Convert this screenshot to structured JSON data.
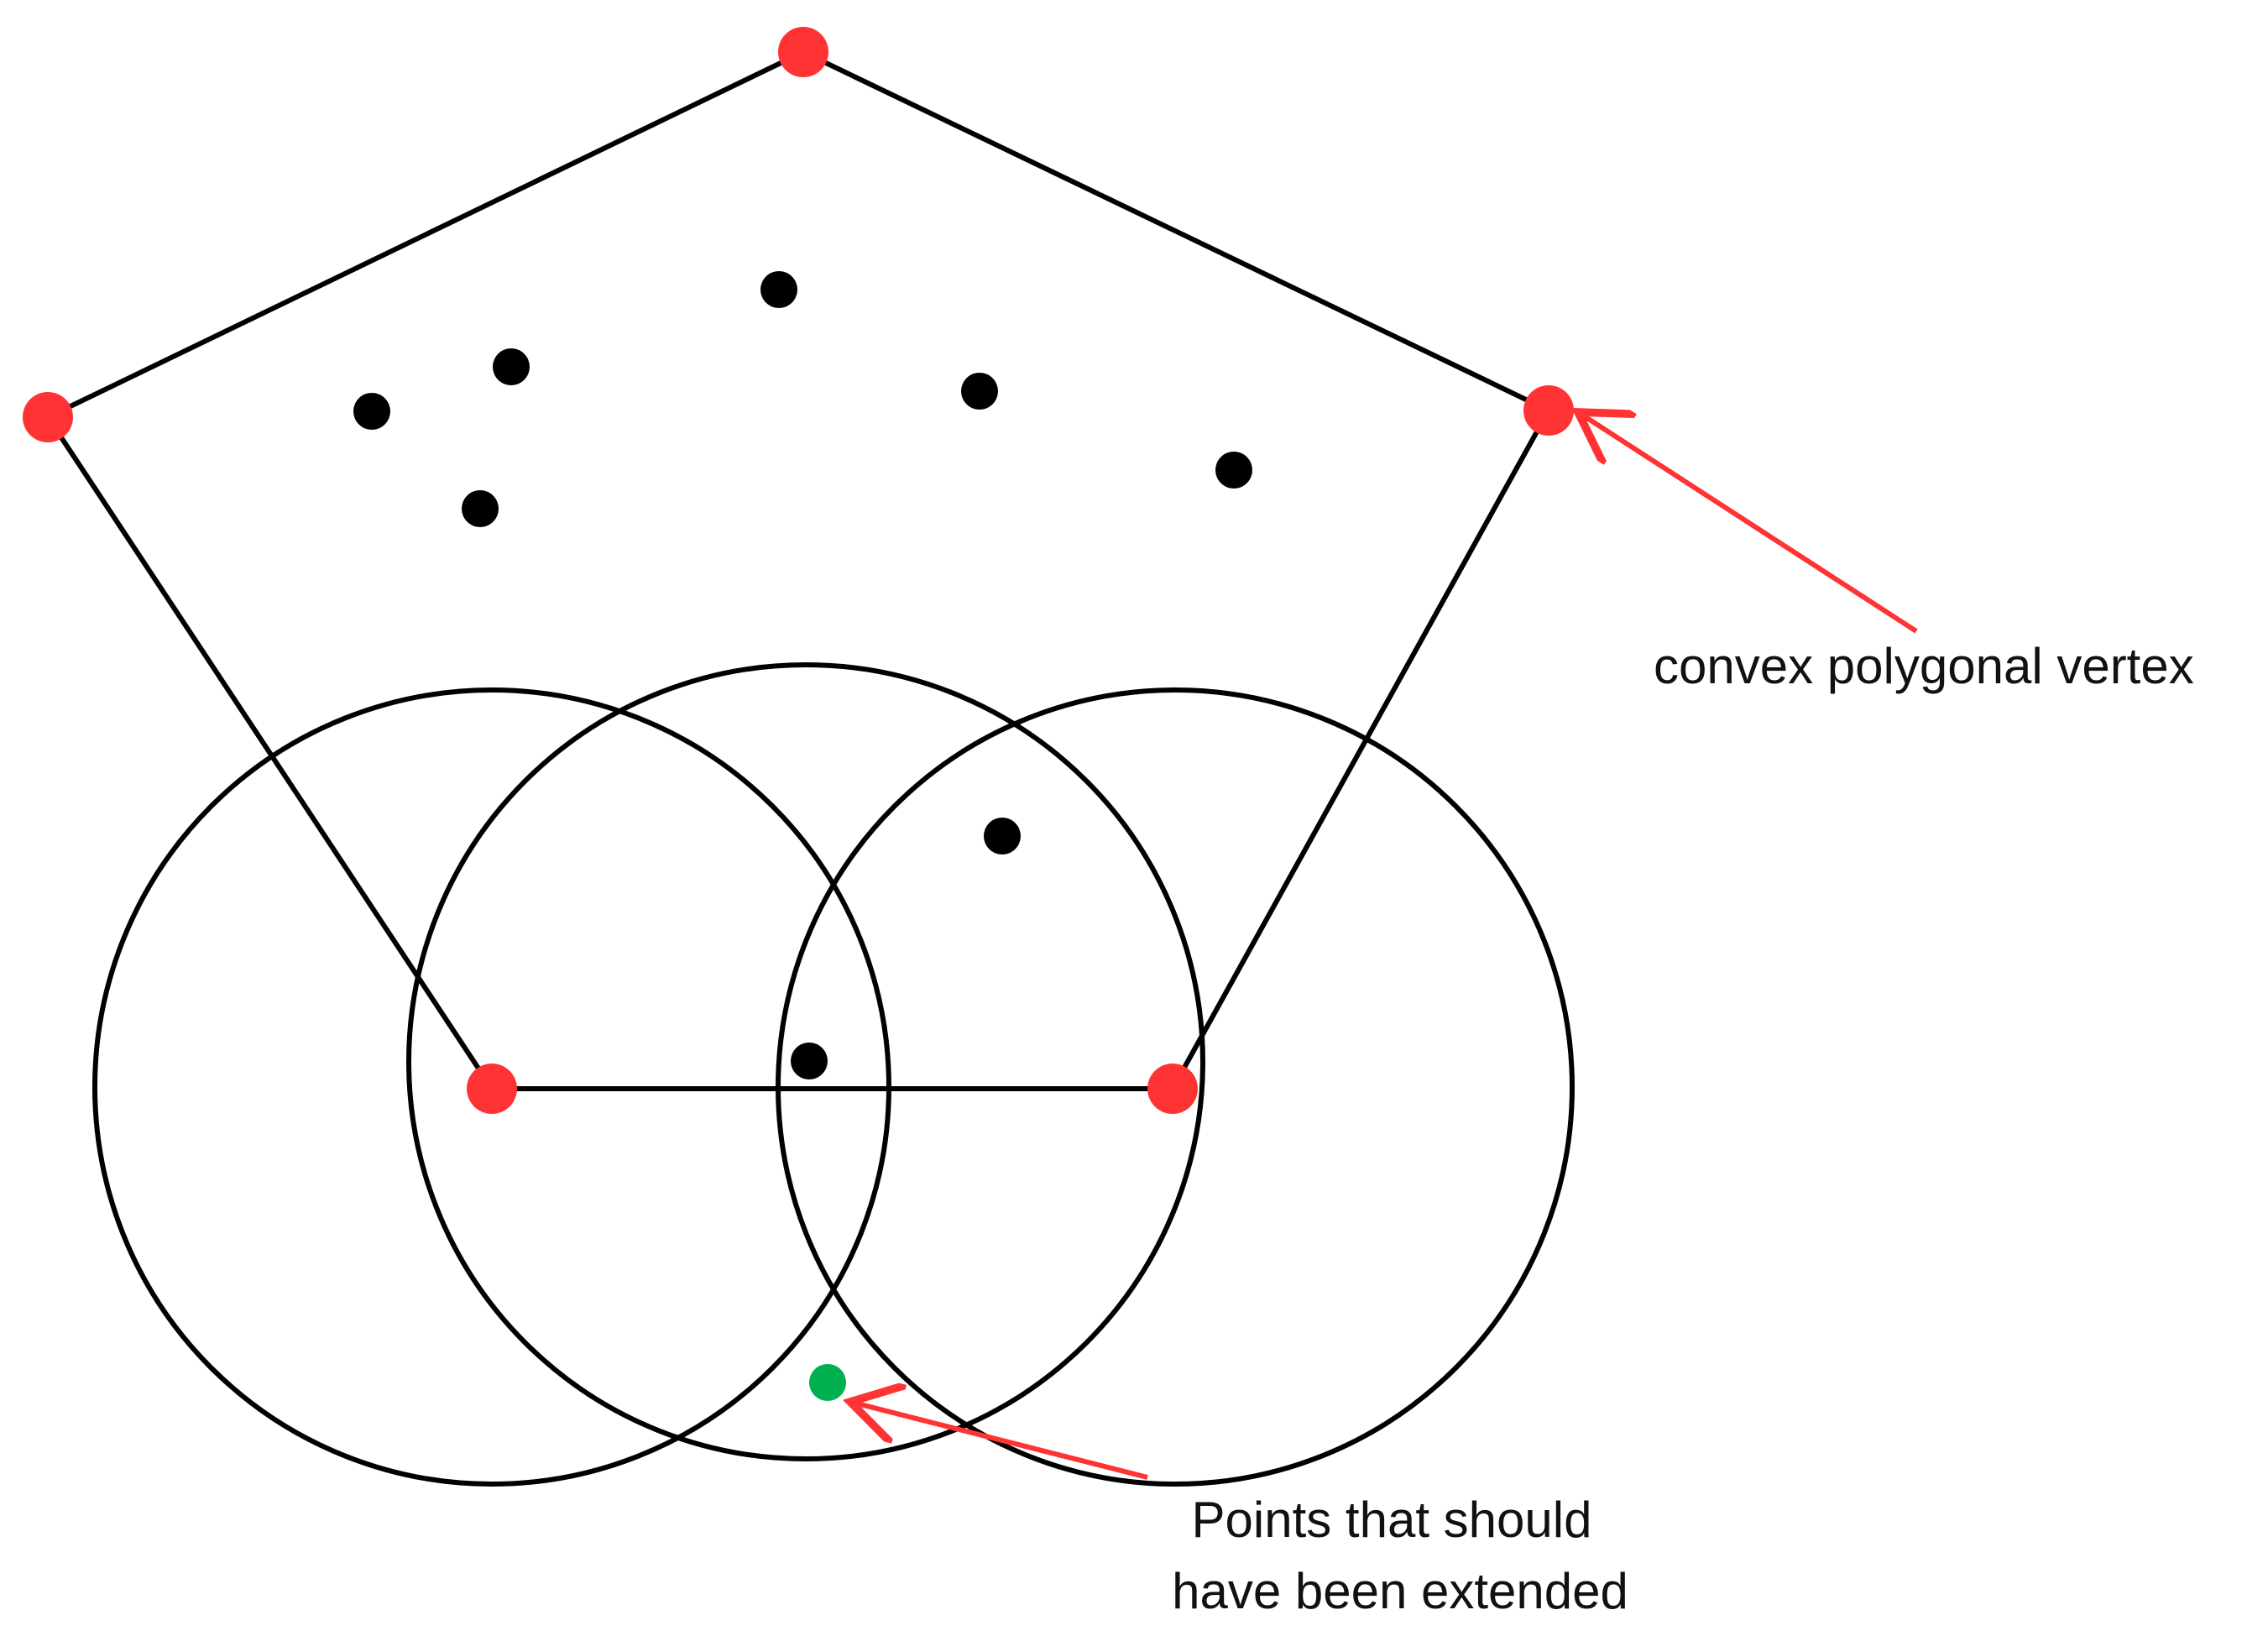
{
  "colors": {
    "background": "#ffffff",
    "stroke": "#000000",
    "hull_vertex": "#ff3333",
    "interior_point": "#000000",
    "missed_point": "#00b050",
    "annotation_arrow": "#ff3333"
  },
  "annotations": {
    "vertex_label": "convex polygonal vertex",
    "missed_label_line1": "Points that should",
    "missed_label_line2": "have been extended"
  }
}
